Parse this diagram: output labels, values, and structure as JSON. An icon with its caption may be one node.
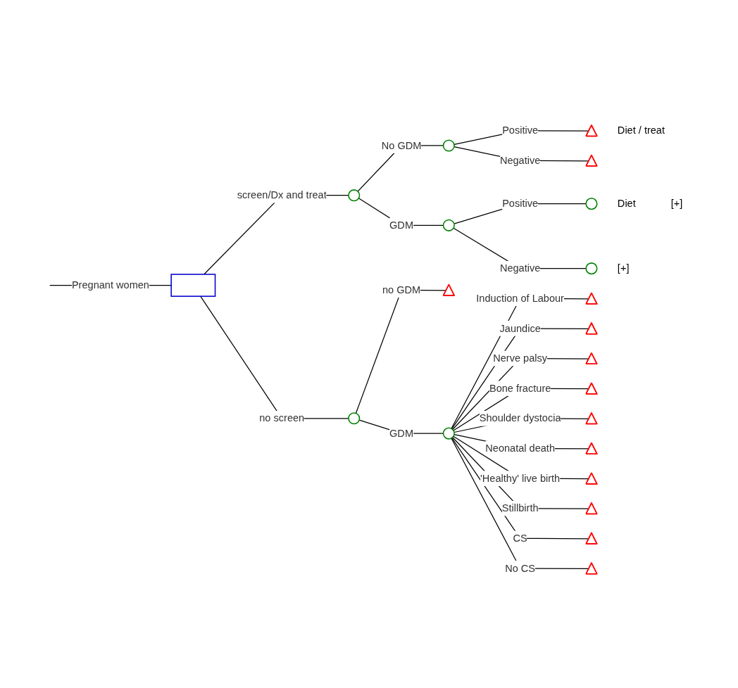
{
  "diagram": {
    "nodes": [
      {
        "text": [],
        "shape": "box"
      },
      {
        "text": [],
        "shape": "circle"
      },
      {
        "text": [],
        "shape": "circle"
      },
      {
        "text": [],
        "shape": "circle"
      },
      {
        "text": [],
        "shape": "triangle",
        "beside": [
          "Diet / treat"
        ]
      },
      {
        "text": [],
        "shape": "triangle"
      },
      {
        "text": [],
        "shape": "circle",
        "beside": [
          "Diet",
          "[+]"
        ]
      },
      {
        "text": [],
        "shape": "circle",
        "beside": [
          "[+]"
        ]
      },
      {
        "text": [],
        "shape": "circle"
      },
      {
        "text": [],
        "shape": "triangle"
      },
      {
        "text": [],
        "shape": "circle"
      },
      {
        "text": [],
        "shape": "triangle"
      },
      {
        "text": [],
        "shape": "triangle"
      },
      {
        "text": [],
        "shape": "triangle"
      },
      {
        "text": [],
        "shape": "triangle"
      },
      {
        "text": [],
        "shape": "triangle"
      },
      {
        "text": [],
        "shape": "triangle"
      },
      {
        "text": [],
        "shape": "triangle"
      },
      {
        "text": [],
        "shape": "triangle"
      },
      {
        "text": [],
        "shape": "triangle"
      },
      {
        "text": [],
        "shape": "triangle"
      }
    ],
    "edges": [
      {
        "from": null,
        "to": 0,
        "arrow": "none",
        "label": "Pregnant women"
      },
      {
        "from": 0,
        "to": 1,
        "arrow": "none",
        "label": "screen/Dx and treat"
      },
      {
        "from": 1,
        "to": 2,
        "arrow": "none",
        "label": "No GDM"
      },
      {
        "from": 2,
        "to": 4,
        "arrow": "none",
        "label": "Positive"
      },
      {
        "from": 2,
        "to": 5,
        "arrow": "none",
        "label": "Negative"
      },
      {
        "from": 1,
        "to": 3,
        "arrow": "none",
        "label": "GDM"
      },
      {
        "from": 3,
        "to": 6,
        "arrow": "none",
        "label": "Positive"
      },
      {
        "from": 3,
        "to": 7,
        "arrow": "none",
        "label": "Negative"
      },
      {
        "from": 0,
        "to": 8,
        "arrow": "none",
        "label": "no screen"
      },
      {
        "from": 8,
        "to": 9,
        "arrow": "none",
        "label": "no GDM"
      },
      {
        "from": 8,
        "to": 10,
        "arrow": "none",
        "label": "GDM"
      },
      {
        "from": 10,
        "to": 11,
        "arrow": "none",
        "label": "Induction of Labour"
      },
      {
        "from": 10,
        "to": 12,
        "arrow": "none",
        "label": "Jaundice"
      },
      {
        "from": 10,
        "to": 13,
        "arrow": "none",
        "label": "Nerve palsy"
      },
      {
        "from": 10,
        "to": 14,
        "arrow": "none",
        "label": "Bone fracture"
      },
      {
        "from": 10,
        "to": 15,
        "arrow": "none",
        "label": "Shoulder dystocia"
      },
      {
        "from": 10,
        "to": 16,
        "arrow": "none",
        "label": "Neonatal death"
      },
      {
        "from": 10,
        "to": 17,
        "arrow": "none",
        "label": "'Healthy' live birth"
      },
      {
        "from": 10,
        "to": 18,
        "arrow": "none",
        "label": "Stillbirth"
      },
      {
        "from": 10,
        "to": 19,
        "arrow": "none",
        "label": "CS"
      },
      {
        "from": 10,
        "to": 20,
        "arrow": "none",
        "label": "No CS"
      }
    ]
  }
}
